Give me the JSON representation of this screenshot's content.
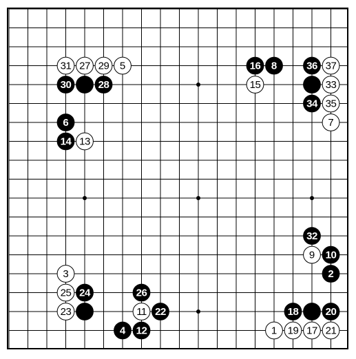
{
  "board": {
    "size": 19,
    "colors": {
      "background": "#ffffff",
      "line": "#000000",
      "black_stone": "#000000",
      "white_stone": "#ffffff"
    },
    "star_points": [
      {
        "col": 4,
        "row": 4
      },
      {
        "col": 10,
        "row": 4
      },
      {
        "col": 4,
        "row": 10
      },
      {
        "col": 10,
        "row": 10
      },
      {
        "col": 16,
        "row": 10
      },
      {
        "col": 10,
        "row": 16
      }
    ],
    "stones": [
      {
        "color": "white",
        "col": 14,
        "row": 17,
        "label": "1"
      },
      {
        "color": "black",
        "col": 17,
        "row": 14,
        "label": "2"
      },
      {
        "color": "white",
        "col": 3,
        "row": 14,
        "label": "3"
      },
      {
        "color": "black",
        "col": 6,
        "row": 17,
        "label": "4"
      },
      {
        "color": "white",
        "col": 6,
        "row": 3,
        "label": "5"
      },
      {
        "color": "black",
        "col": 3,
        "row": 6,
        "label": "6"
      },
      {
        "color": "white",
        "col": 17,
        "row": 6,
        "label": "7"
      },
      {
        "color": "black",
        "col": 14,
        "row": 3,
        "label": "8"
      },
      {
        "color": "white",
        "col": 16,
        "row": 13,
        "label": "9"
      },
      {
        "color": "black",
        "col": 17,
        "row": 13,
        "label": "10"
      },
      {
        "color": "white",
        "col": 7,
        "row": 16,
        "label": "11"
      },
      {
        "color": "black",
        "col": 7,
        "row": 17,
        "label": "12"
      },
      {
        "color": "white",
        "col": 4,
        "row": 7,
        "label": "13"
      },
      {
        "color": "black",
        "col": 3,
        "row": 7,
        "label": "14"
      },
      {
        "color": "white",
        "col": 13,
        "row": 4,
        "label": "15"
      },
      {
        "color": "black",
        "col": 13,
        "row": 3,
        "label": "16"
      },
      {
        "color": "white",
        "col": 16,
        "row": 17,
        "label": "17"
      },
      {
        "color": "black",
        "col": 15,
        "row": 16,
        "label": "18"
      },
      {
        "color": "white",
        "col": 15,
        "row": 17,
        "label": "19"
      },
      {
        "color": "black",
        "col": 17,
        "row": 16,
        "label": "20"
      },
      {
        "color": "white",
        "col": 17,
        "row": 17,
        "label": "21"
      },
      {
        "color": "black",
        "col": 8,
        "row": 16,
        "label": "22"
      },
      {
        "color": "white",
        "col": 3,
        "row": 16,
        "label": "23"
      },
      {
        "color": "black",
        "col": 4,
        "row": 15,
        "label": "24"
      },
      {
        "color": "white",
        "col": 3,
        "row": 15,
        "label": "25"
      },
      {
        "color": "black",
        "col": 7,
        "row": 15,
        "label": "26"
      },
      {
        "color": "white",
        "col": 4,
        "row": 3,
        "label": "27"
      },
      {
        "color": "black",
        "col": 5,
        "row": 4,
        "label": "28"
      },
      {
        "color": "white",
        "col": 5,
        "row": 3,
        "label": "29"
      },
      {
        "color": "black",
        "col": 3,
        "row": 4,
        "label": "30"
      },
      {
        "color": "white",
        "col": 3,
        "row": 3,
        "label": "31"
      },
      {
        "color": "black",
        "col": 16,
        "row": 12,
        "label": "32"
      },
      {
        "color": "white",
        "col": 17,
        "row": 4,
        "label": "33"
      },
      {
        "color": "black",
        "col": 16,
        "row": 5,
        "label": "34"
      },
      {
        "color": "white",
        "col": 17,
        "row": 5,
        "label": "35"
      },
      {
        "color": "black",
        "col": 16,
        "row": 3,
        "label": "36"
      },
      {
        "color": "white",
        "col": 17,
        "row": 3,
        "label": "37"
      },
      {
        "color": "black",
        "col": 4,
        "row": 4,
        "label": ""
      },
      {
        "color": "black",
        "col": 16,
        "row": 4,
        "label": ""
      },
      {
        "color": "black",
        "col": 4,
        "row": 16,
        "label": ""
      },
      {
        "color": "black",
        "col": 16,
        "row": 16,
        "label": ""
      }
    ]
  }
}
